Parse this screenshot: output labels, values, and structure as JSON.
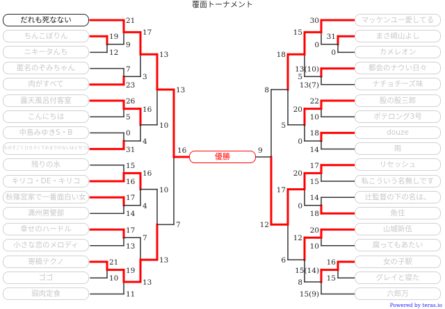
{
  "title": "覆面トーナメント",
  "final": {
    "label": "優勝",
    "left_score": "16",
    "right_score": "9"
  },
  "powered_by": "Powered by teras.io",
  "colors": {
    "win": "#ff0000",
    "line": "#333333",
    "box_border": "#d0d0d0"
  },
  "left": {
    "entrants": [
      "だれも死なない",
      "ちんこぼりん",
      "ニキータんち",
      "匿名のぞみちゃん",
      "肉がすべて",
      "露天風呂付客室",
      "こんにちは",
      "中島みゆきS・B",
      "ものすごくひろさくておまりだないほどせつない",
      "残りの水",
      "キリコ・DE・キリコ",
      "秋篠宮家で一番面白い女",
      "満州男警部",
      "幸せのハードル",
      "小さな恋のメロディ",
      "寄稿テクノ",
      "ゴゴ",
      "弱肉定食"
    ],
    "selected": 0,
    "tree": {
      "sa": "13",
      "sb": "7",
      "w": 0,
      "a": {
        "sa": "13",
        "sb": "10",
        "w": 0,
        "a": {
          "sa": "17",
          "sb": "3",
          "w": 0,
          "a": {
            "sa": "21",
            "sb": "9",
            "w": 0,
            "a": 0,
            "b": {
              "sa": "19",
              "sb": "12",
              "w": 0,
              "a": 1,
              "b": 2
            }
          },
          "b": {
            "sa": "7",
            "sb": "23",
            "w": 1,
            "a": 3,
            "b": 4
          }
        },
        "b": {
          "sa": "16",
          "sb": "4",
          "w": 0,
          "a": {
            "sa": "26",
            "sb": "5",
            "w": 0,
            "a": 5,
            "b": 6
          },
          "b": {
            "sa": "0",
            "sb": "31",
            "w": 1,
            "a": 7,
            "b": 8
          }
        }
      },
      "b": {
        "sa": "10",
        "sb": "13",
        "w": 1,
        "a": {
          "sa": "16",
          "sb": "4",
          "w": 0,
          "a": {
            "sa": "15",
            "sb": "16",
            "w": 1,
            "a": 9,
            "b": 10
          },
          "b": {
            "sa": "17",
            "sb": "14",
            "w": 0,
            "a": 11,
            "b": 12
          }
        },
        "b": {
          "sa": "7",
          "sb": "13",
          "w": 1,
          "a": {
            "sa": "17",
            "sb": "13",
            "w": 0,
            "a": 13,
            "b": 14
          },
          "b": {
            "sa": "19",
            "sb": "11",
            "w": 0,
            "a": {
              "sa": "21",
              "sb": "10",
              "w": 0,
              "a": 15,
              "b": 16
            },
            "b": 17
          }
        }
      }
    }
  },
  "right": {
    "entrants": [
      "マッケンユー愛してる",
      "まさ崎山よし",
      "カメレオン",
      "都会のナウい日々",
      "ナチョチーズ味",
      "股の股三郎",
      "ポテロング3号",
      "douze",
      "雨",
      "リセッシュ",
      "私こういう名無しです",
      "辻監督の下の名は。",
      "魚住",
      "山城新伍",
      "腐ってもあたい",
      "女の子駅",
      "グレイと寝た",
      "六郎万"
    ],
    "tree": {
      "sa": "8",
      "sb": "12",
      "w": 1,
      "a": {
        "sa": "18",
        "sb": "5",
        "w": 0,
        "a": {
          "sa": "15",
          "sb": "5",
          "w": 0,
          "a": {
            "sa": "30",
            "sb": "0",
            "w": 0,
            "a": 0,
            "b": {
              "sa": "31",
              "sb": "0",
              "w": 0,
              "a": 1,
              "b": 2
            }
          },
          "b": {
            "sa": "13(10)",
            "sb": "13(7)",
            "w": 0,
            "a": 3,
            "b": 4
          }
        },
        "b": {
          "sa": "20",
          "sb": "0",
          "w": 0,
          "a": {
            "sa": "22",
            "sb": "10",
            "w": 0,
            "a": 5,
            "b": 6
          },
          "b": {
            "sa": "18",
            "sb": "14",
            "w": 0,
            "a": 7,
            "b": 8
          }
        }
      },
      "b": {
        "sa": "17",
        "sb": "6",
        "w": 0,
        "a": {
          "sa": "20",
          "sb": "0",
          "w": 0,
          "a": {
            "sa": "17",
            "sb": "15",
            "w": 0,
            "a": 9,
            "b": 10
          },
          "b": {
            "sa": "14",
            "sb": "18",
            "w": 1,
            "a": 11,
            "b": 12
          }
        },
        "b": {
          "sa": "12",
          "sb": "8",
          "w": 0,
          "a": {
            "sa": "20",
            "sb": "10",
            "w": 0,
            "a": 13,
            "b": 14
          },
          "b": {
            "sa": "15(14)",
            "sb": "15(9)",
            "w": 0,
            "a": {
              "sa": "16",
              "sb": "15",
              "w": 0,
              "a": 15,
              "b": 16
            },
            "b": 17
          }
        }
      }
    }
  }
}
